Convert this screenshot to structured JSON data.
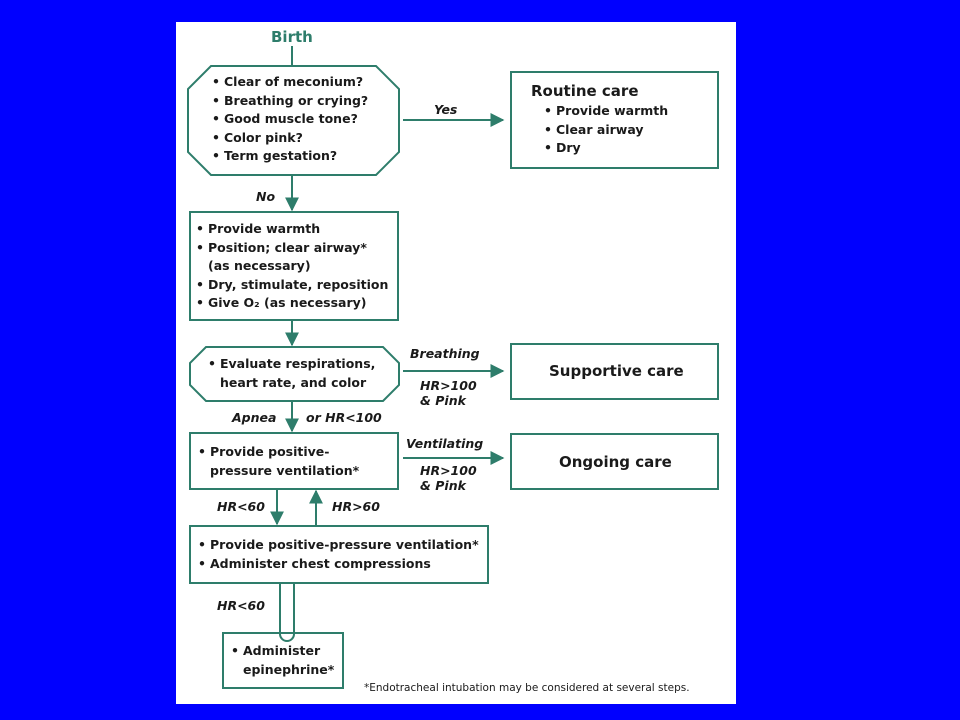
{
  "start_label": "Birth",
  "assessment": {
    "items": [
      "Clear of meconium?",
      "Breathing or crying?",
      "Good muscle tone?",
      "Color pink?",
      "Term gestation?"
    ]
  },
  "routine_care": {
    "title": "Routine care",
    "items": [
      "Provide warmth",
      "Clear airway",
      "Dry"
    ]
  },
  "initial_steps": {
    "items": [
      "Provide warmth",
      "Position; clear airway*",
      "(as necessary)",
      "Dry, stimulate, reposition",
      "Give O₂ (as necessary)"
    ]
  },
  "evaluate": {
    "items": [
      "Evaluate respirations,",
      "heart rate, and color"
    ]
  },
  "supportive_care": {
    "title": "Supportive care"
  },
  "ppv": {
    "items": [
      "Provide positive-",
      "pressure ventilation*"
    ]
  },
  "ongoing_care": {
    "title": "Ongoing care"
  },
  "ppv_compressions": {
    "items": [
      "Provide positive-pressure ventilation*",
      "Administer chest compressions"
    ]
  },
  "epinephrine": {
    "items": [
      "Administer",
      "epinephrine*"
    ]
  },
  "edge_labels": {
    "yes": "Yes",
    "no": "No",
    "breathing": "Breathing",
    "hr100_pink_1a": "HR>100",
    "hr100_pink_1b": "& Pink",
    "apnea": "Apnea",
    "or_hr_lt_100": "or HR<100",
    "ventilating": "Ventilating",
    "hr100_pink_2a": "HR>100",
    "hr100_pink_2b": "& Pink",
    "hr_lt_60_a": "HR<60",
    "hr_gt_60": "HR>60",
    "hr_lt_60_b": "HR<60"
  },
  "footnote": "*Endotracheal intubation may be considered at several steps.",
  "colors": {
    "background": "#0000ff",
    "panel": "#ffffff",
    "line": "#2e7d6b",
    "text": "#1a1a1a"
  }
}
